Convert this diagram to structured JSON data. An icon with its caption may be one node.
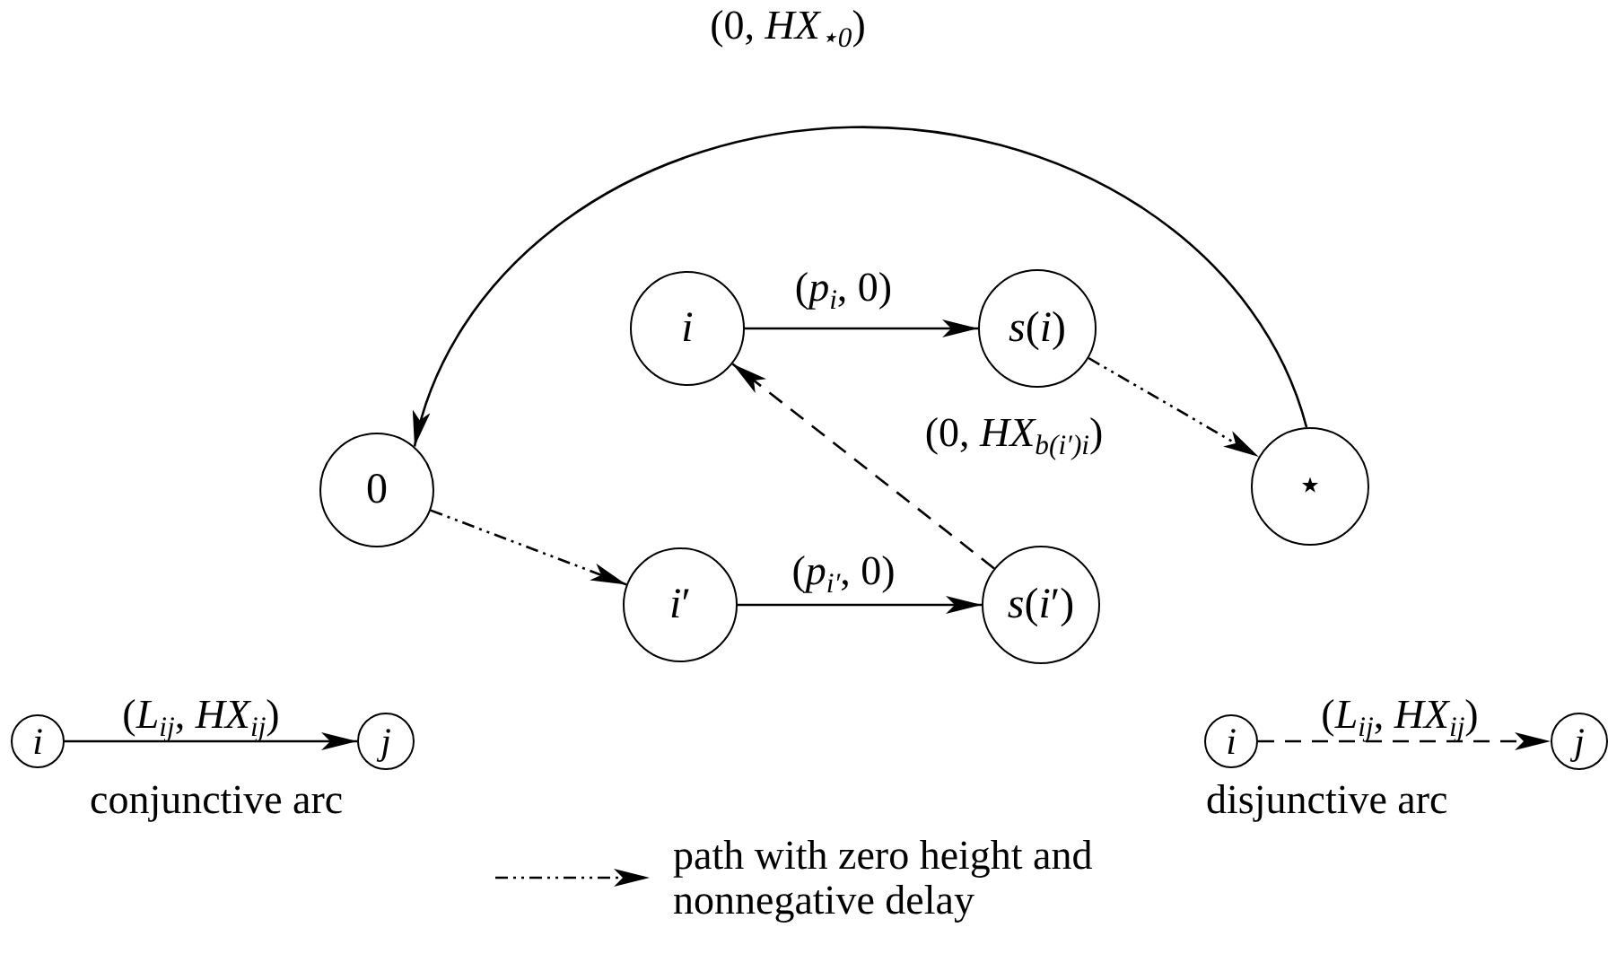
{
  "diagram": {
    "nodes": [
      {
        "text": [
          "*i*"
        ]
      },
      {
        "text": [
          "*s*(*i*)"
        ]
      },
      {
        "text": [
          "0"
        ]
      },
      {
        "text": [
          "⋆"
        ]
      },
      {
        "text": [
          "*i*′"
        ]
      },
      {
        "text": [
          "*s*(*i*′)"
        ]
      },
      {
        "text": [
          "*i*"
        ]
      },
      {
        "text": [
          "*j*"
        ]
      },
      {
        "text": [
          "*i*"
        ]
      },
      {
        "text": [
          "*j*"
        ]
      }
    ],
    "edges": [
      {
        "from": 0,
        "to": 1,
        "arrow": "to",
        "label": "(*p*$_{i}$, 0)"
      },
      {
        "from": 1,
        "to": 3,
        "arrow": "to",
        "style": "dashed"
      },
      {
        "from": 3,
        "to": 2,
        "arrow": "to",
        "label": "(0, *HX*$_{⋆0}$)"
      },
      {
        "from": 2,
        "to": 4,
        "arrow": "to",
        "style": "dashed"
      },
      {
        "from": 4,
        "to": 5,
        "arrow": "to",
        "label": "(*p*$_{i′}$, 0)"
      },
      {
        "from": 5,
        "to": 0,
        "arrow": "to",
        "style": "dashed",
        "label": "(0, *HX*$_{b(i′)i}$)"
      },
      {
        "from": 6,
        "to": 7,
        "arrow": "to",
        "label": "(*L*$_{ij}$, *HX*$_{ij}$)"
      },
      {
        "from": 8,
        "to": 9,
        "arrow": "to",
        "style": "dashed",
        "label": "(*L*$_{ij}$, *HX*$_{ij}$)"
      }
    ],
    "labels": [
      "conjunctive arc",
      "disjunctive arc"
    ],
    "legend": [
      {
        "text": "path with zero height and nonnegative delay"
      }
    ]
  }
}
